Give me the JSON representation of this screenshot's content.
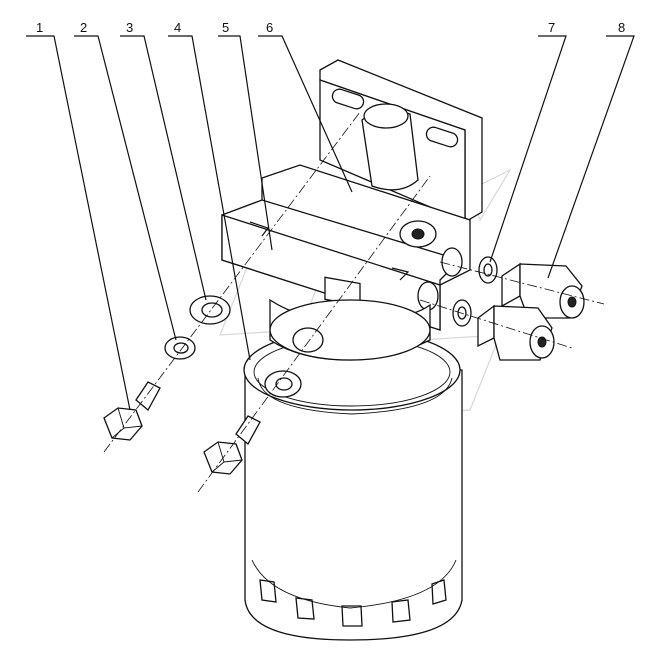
{
  "callouts": [
    {
      "number": "1"
    },
    {
      "number": "2"
    },
    {
      "number": "3"
    },
    {
      "number": "4"
    },
    {
      "number": "5"
    },
    {
      "number": "6"
    },
    {
      "number": "7"
    },
    {
      "number": "8"
    }
  ],
  "colors": {
    "line": "#111111",
    "background": "#ffffff",
    "watermark": "#d8d8d8"
  }
}
